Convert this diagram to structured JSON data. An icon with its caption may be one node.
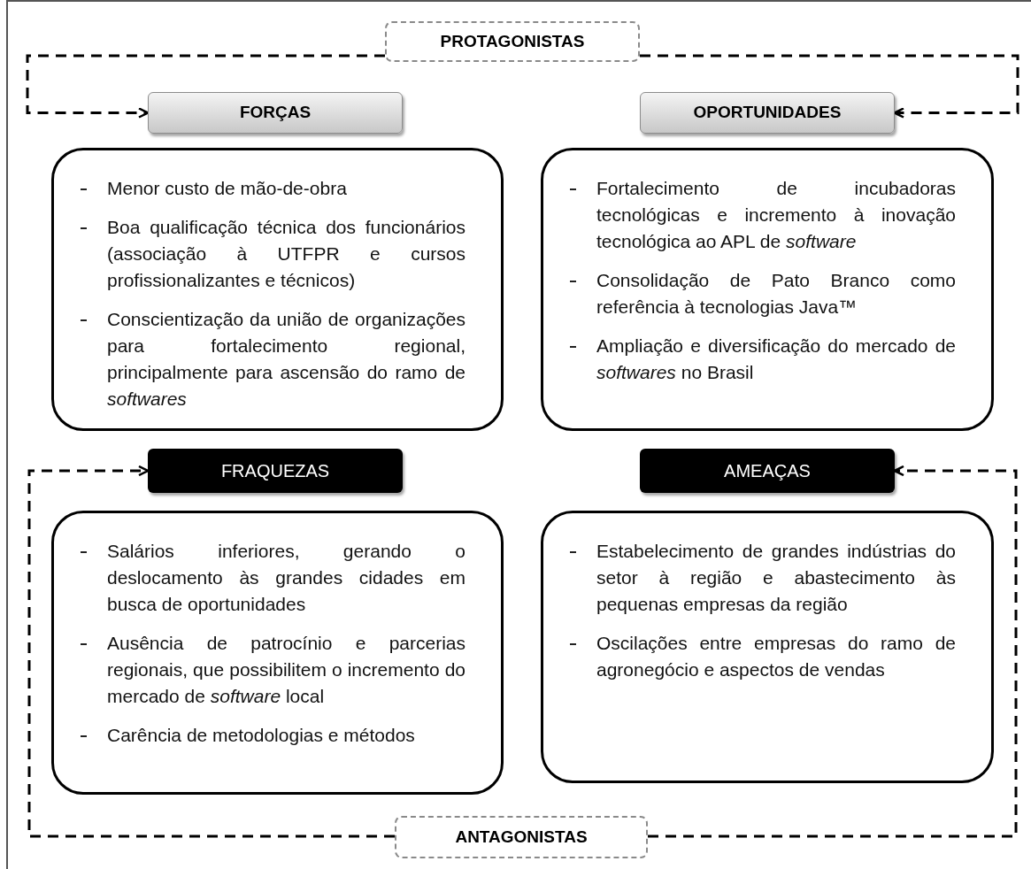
{
  "diagram": {
    "nodes": [
      {
        "text": [
          "PROTAGONISTAS"
        ]
      },
      {
        "text": [
          "FORÇAS"
        ]
      },
      {
        "text": [
          "OPORTUNIDADES"
        ]
      },
      {
        "text": [
          "Menor custo de mão-de-obra",
          "Boa qualificação técnica dos funcionários (associação à UTFPR e cursos profissionalizantes e técnicos)",
          "Conscientização da união de organizações para fortalecimento regional, principalmente para ascensão do ramo de *softwares*"
        ]
      },
      {
        "text": [
          "Fortalecimento de incubadoras tecnológicas e incremento à inovação tecnológica ao APL de *software*",
          "Consolidação de Pato Branco como referência à tecnologias Java™",
          "Ampliação e diversificação do mercado de *softwares* no Brasil"
        ]
      },
      {
        "text": [
          "FRAQUEZAS"
        ]
      },
      {
        "text": [
          "AMEAÇAS"
        ]
      },
      {
        "text": [
          "Salários inferiores, gerando o deslocamento às grandes cidades em busca de oportunidades",
          "Ausência de patrocínio e parcerias regionais, que possibilitem o incremento do mercado de *software* local",
          "Carência de metodologias e métodos"
        ]
      },
      {
        "text": [
          "Estabelecimento de grandes indústrias do setor à região e abastecimento às pequenas empresas da região",
          "Oscilações entre empresas do ramo de agronegócio e aspectos de vendas"
        ]
      },
      {
        "text": [
          "ANTAGONISTAS"
        ]
      }
    ],
    "edges": [
      {
        "from": 0,
        "to": 1,
        "arrow": "to",
        "style": "dashed"
      },
      {
        "from": 0,
        "to": 2,
        "arrow": "to",
        "style": "dashed"
      },
      {
        "from": 9,
        "to": 5,
        "arrow": "to",
        "style": "dashed"
      },
      {
        "from": 9,
        "to": 6,
        "arrow": "to",
        "style": "dashed"
      }
    ]
  }
}
